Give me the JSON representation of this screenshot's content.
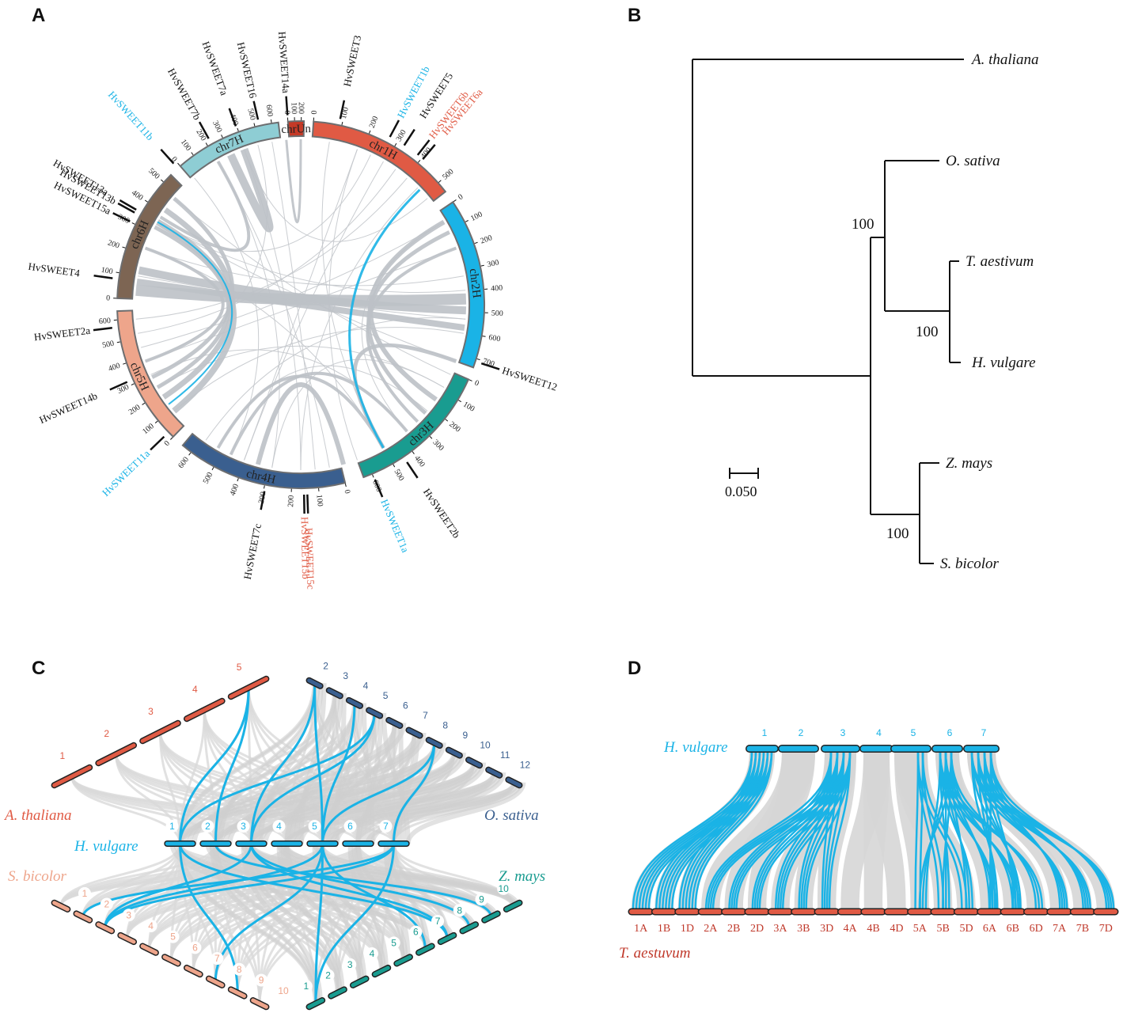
{
  "labels": {
    "A": "A",
    "B": "B",
    "C": "C",
    "D": "D"
  },
  "colors": {
    "blue": "#1ab3e6",
    "red": "#e05a44",
    "gray": "#bfc4c8",
    "teal": "#199c90",
    "navy": "#3a5f8f",
    "salmon": "#eea58b",
    "brown": "#7d6553",
    "lightblue": "#8ecdd4",
    "darkred": "#c53a27"
  },
  "panelA": {
    "chromosomes": [
      {
        "name": "chr1H",
        "color": "#e05a44",
        "ticks": [
          "0",
          "100",
          "200",
          "300",
          "400",
          "500"
        ]
      },
      {
        "name": "chr2H",
        "color": "#1ab3e6",
        "ticks": [
          "0",
          "100",
          "200",
          "300",
          "400",
          "500",
          "600",
          "700"
        ]
      },
      {
        "name": "chr3H",
        "color": "#199c90",
        "ticks": [
          "0",
          "100",
          "200",
          "300",
          "400",
          "500",
          "600"
        ]
      },
      {
        "name": "chr4H",
        "color": "#3a5f8f",
        "ticks": [
          "0",
          "100",
          "200",
          "300",
          "400",
          "500",
          "600"
        ]
      },
      {
        "name": "chr5H",
        "color": "#eea58b",
        "ticks": [
          "0",
          "100",
          "200",
          "300",
          "400",
          "500",
          "600"
        ]
      },
      {
        "name": "chr6H",
        "color": "#7d6553",
        "ticks": [
          "0",
          "100",
          "200",
          "300",
          "400",
          "500"
        ]
      },
      {
        "name": "chr7H",
        "color": "#8ecdd4",
        "ticks": [
          "0",
          "100",
          "200",
          "300",
          "400",
          "500",
          "600"
        ]
      },
      {
        "name": "chrUn",
        "color": "#c53a27",
        "ticks": [
          "0",
          "100",
          "200"
        ]
      }
    ],
    "genes": [
      {
        "name": "HvSWEET14a",
        "color": "#111"
      },
      {
        "name": "HvSWEET3",
        "color": "#111"
      },
      {
        "name": "HvSWEET1b",
        "color": "#1ab3e6"
      },
      {
        "name": "HvSWEET5",
        "color": "#111"
      },
      {
        "name": "HvSWEET6b",
        "color": "#e05a44"
      },
      {
        "name": "HvSWEET6a",
        "color": "#e05a44"
      },
      {
        "name": "HvSWEET12",
        "color": "#111"
      },
      {
        "name": "HvSWEET2b",
        "color": "#111"
      },
      {
        "name": "HvSWEET1a",
        "color": "#1ab3e6"
      },
      {
        "name": "HvSWEET15c",
        "color": "#e05a44"
      },
      {
        "name": "HvSWEET15b",
        "color": "#e05a44"
      },
      {
        "name": "HvSWEET7c",
        "color": "#111"
      },
      {
        "name": "HvSWEET11a",
        "color": "#1ab3e6"
      },
      {
        "name": "HvSWEET14b",
        "color": "#111"
      },
      {
        "name": "HvSWEET2a",
        "color": "#111"
      },
      {
        "name": "HvSWEET4",
        "color": "#111"
      },
      {
        "name": "HvSWEET13b",
        "color": "#111"
      },
      {
        "name": "HvSWEET13a",
        "color": "#111"
      },
      {
        "name": "HvSWEET15a",
        "color": "#111"
      },
      {
        "name": "HvSWEET11b",
        "color": "#1ab3e6"
      },
      {
        "name": "HvSWEET7b",
        "color": "#111"
      },
      {
        "name": "HvSWEET7a",
        "color": "#111"
      },
      {
        "name": "HvSWEET16",
        "color": "#111"
      }
    ]
  },
  "panelB": {
    "taxa": [
      "A. thaliana",
      "O. sativa",
      "T. aestivum",
      "H. vulgare",
      "Z. mays",
      "S. bicolor"
    ],
    "bootstrap": [
      "100",
      "100",
      "100"
    ],
    "scale": "0.050"
  },
  "panelC": {
    "species": {
      "ath": "A. thaliana",
      "osa": "O. sativa",
      "hvu": "H. vulgare",
      "sbi": "S. bicolor",
      "zma": "Z. mays"
    },
    "ath_chr": [
      "1",
      "2",
      "3",
      "4",
      "5"
    ],
    "osa_chr": [
      "2",
      "3",
      "4",
      "5",
      "6",
      "7",
      "8",
      "9",
      "10",
      "11",
      "12"
    ],
    "hvu_chr": [
      "1",
      "2",
      "3",
      "4",
      "5",
      "6",
      "7"
    ],
    "sbi_chr": [
      "1",
      "2",
      "3",
      "4",
      "5",
      "6",
      "7",
      "8",
      "9",
      "10"
    ],
    "zma_chr": [
      "1",
      "2",
      "3",
      "4",
      "5",
      "6",
      "7",
      "8",
      "9",
      "10"
    ]
  },
  "panelD": {
    "top_species": "H. vulgare",
    "bottom_species": "T. aestuvum",
    "hvu_chr": [
      "1",
      "2",
      "3",
      "4",
      "5",
      "6",
      "7"
    ],
    "tae_chr": [
      "1A",
      "1B",
      "1D",
      "2A",
      "2B",
      "2D",
      "3A",
      "3B",
      "3D",
      "4A",
      "4B",
      "4D",
      "5A",
      "5B",
      "5D",
      "6A",
      "6B",
      "6D",
      "7A",
      "7B",
      "7D"
    ]
  }
}
